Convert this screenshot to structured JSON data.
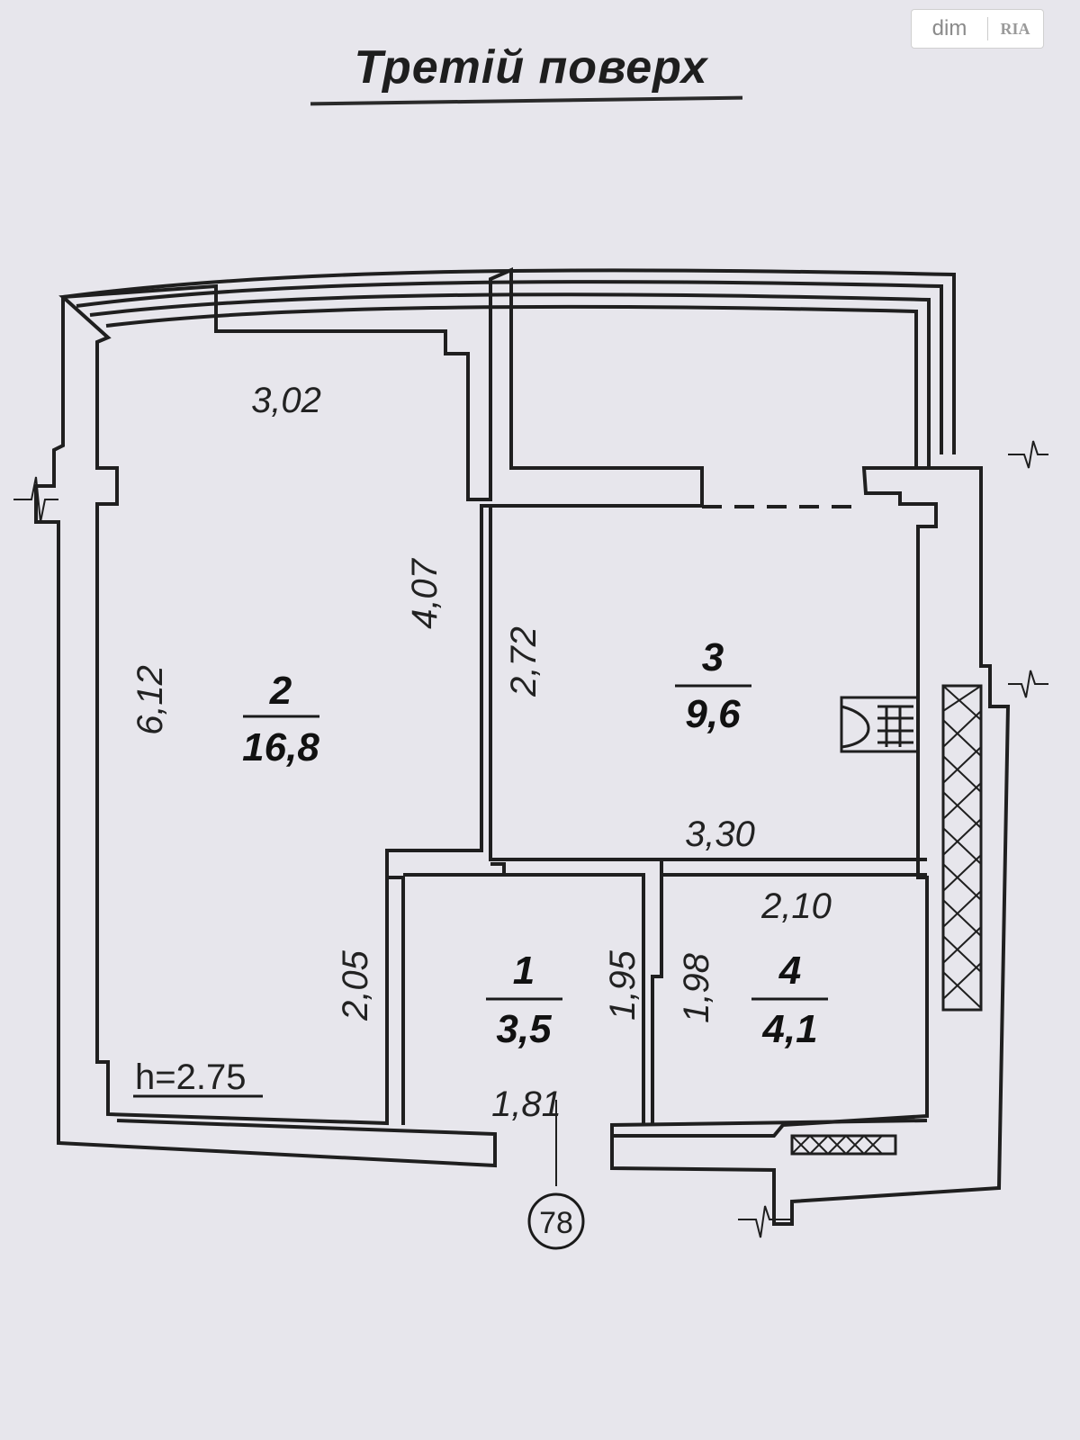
{
  "title": "Третій поверх",
  "watermark": {
    "left": "dim",
    "right": "RIA"
  },
  "height_label": "h=2.75",
  "axis_marker": "78",
  "rooms": [
    {
      "number": "2",
      "area": "16,8"
    },
    {
      "number": "3",
      "area": "9,6"
    },
    {
      "number": "1",
      "area": "3,5"
    },
    {
      "number": "4",
      "area": "4,1"
    }
  ],
  "dimensions": {
    "room2_width": "3,02",
    "room2_length": "6,12",
    "room2_right": "4,07",
    "room3_height": "2,72",
    "room3_width": "3,30",
    "room1_left": "2,05",
    "room1_right": "1,95",
    "room1_bottom": "1,81",
    "room4_width": "2,10",
    "room4_left": "1,98"
  },
  "colors": {
    "background": "#e7e6ec",
    "wall": "#1f1f1f"
  }
}
